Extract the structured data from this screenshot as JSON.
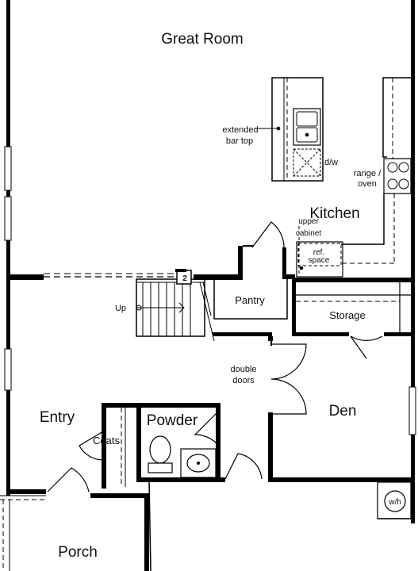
{
  "rooms": {
    "great_room": "Great Room",
    "kitchen": "Kitchen",
    "pantry": "Pantry",
    "storage": "Storage",
    "entry": "Entry",
    "coats": "Coats",
    "powder": "Powder",
    "den": "Den",
    "porch": "Porch"
  },
  "annotations": {
    "extended_bar_top_line1": "extended",
    "extended_bar_top_line2": "bar top",
    "dw": "d/w",
    "range_oven_line1": "range /",
    "range_oven_line2": "oven",
    "upper_cabinet_line1": "upper",
    "upper_cabinet_line2": "cabinet",
    "ref_space_line1": "ref.",
    "ref_space_line2": "space",
    "up": "Up",
    "stair_badge": "2",
    "double_doors_line1": "double",
    "double_doors_line2": "doors",
    "water_heater": "w/h"
  }
}
